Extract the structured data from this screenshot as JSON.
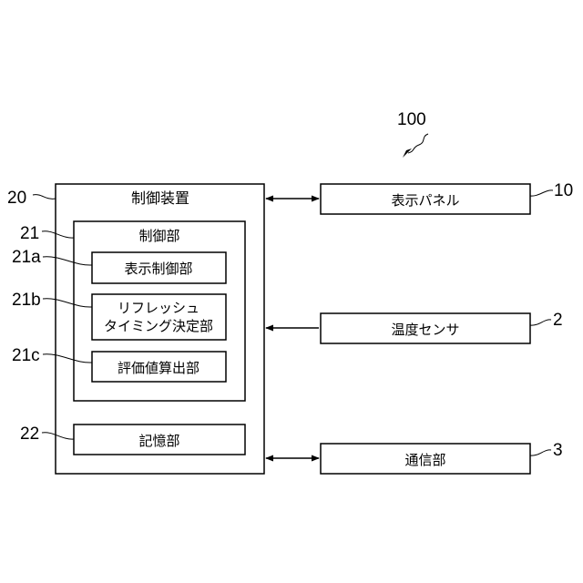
{
  "figure_ref": "100",
  "controller": {
    "ref": "20",
    "title": "制御装置",
    "control_unit": {
      "ref": "21",
      "title": "制御部",
      "display_control": {
        "ref": "21a",
        "label": "表示制御部"
      },
      "refresh_timing": {
        "ref": "21b",
        "line1": "リフレッシュ",
        "line2": "タイミング決定部"
      },
      "evaluation": {
        "ref": "21c",
        "label": "評価値算出部"
      }
    },
    "storage": {
      "ref": "22",
      "label": "記憶部"
    }
  },
  "display_panel": {
    "ref": "10",
    "label": "表示パネル"
  },
  "temperature_sensor": {
    "ref": "2",
    "label": "温度センサ"
  },
  "communication": {
    "ref": "3",
    "label": "通信部"
  }
}
